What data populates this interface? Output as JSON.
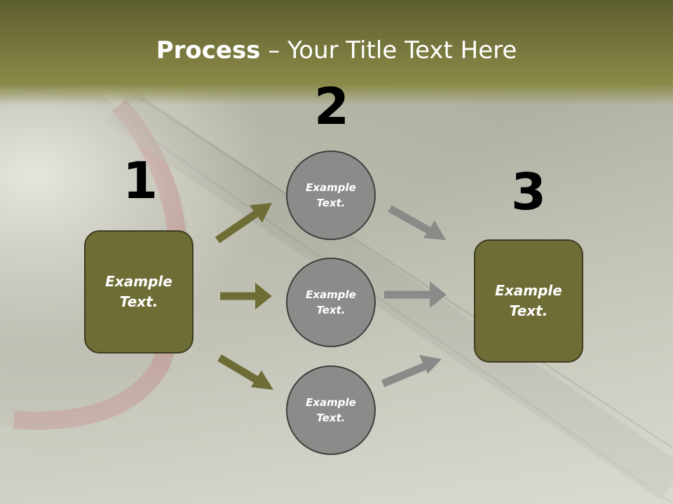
{
  "title": {
    "bold": "Process",
    "rest": " – Your Title Text Here"
  },
  "steps": [
    {
      "number": "1",
      "label": "Example Text."
    },
    {
      "number": "2",
      "label": "Example Text."
    },
    {
      "number": "3",
      "label": "Example Text."
    }
  ],
  "circles": [
    {
      "label": "Example Text."
    },
    {
      "label": "Example Text."
    },
    {
      "label": "Example Text."
    }
  ],
  "colors": {
    "box_fill": "#6f6d36",
    "circle_fill": "#8b8b89",
    "arrow_olive": "#6f6d36",
    "arrow_gray": "#8a8a88"
  }
}
